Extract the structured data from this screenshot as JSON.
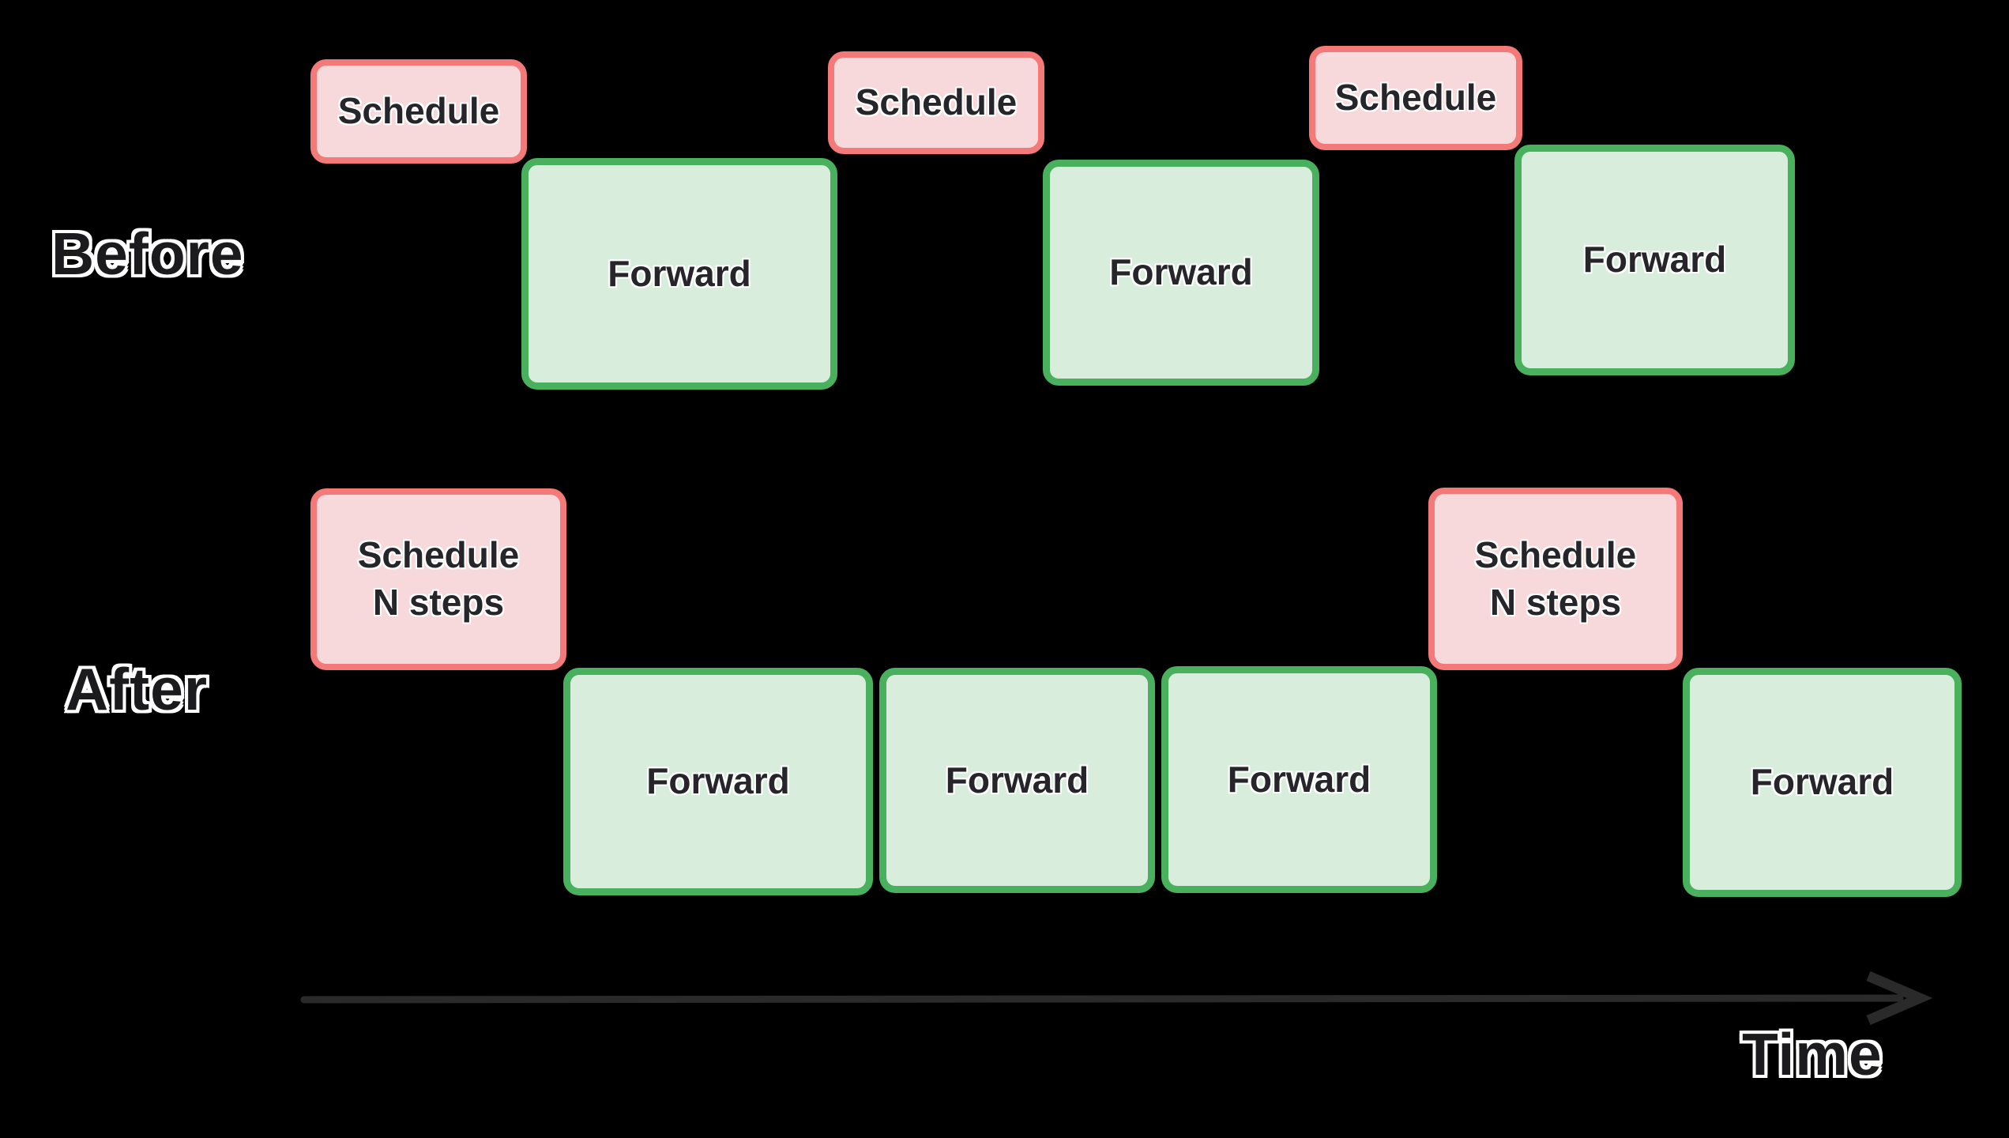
{
  "colors": {
    "background": "#000000",
    "schedule_fill": "#f7d9db",
    "schedule_border": "#f37a78",
    "forward_fill": "#d9eddd",
    "forward_border": "#49b15d",
    "block_text": "#26262a",
    "label_text": "#1b1b1e",
    "label_outline": "#ffffff",
    "arrow": "#2a2a2a"
  },
  "before": {
    "label": "Before",
    "schedules": [
      "Schedule",
      "Schedule",
      "Schedule"
    ],
    "forwards": [
      "Forward",
      "Forward",
      "Forward"
    ]
  },
  "after": {
    "label": "After",
    "schedules": [
      {
        "line1": "Schedule",
        "line2": "N steps"
      },
      {
        "line1": "Schedule",
        "line2": "N steps"
      }
    ],
    "forwards": [
      "Forward",
      "Forward",
      "Forward",
      "Forward"
    ]
  },
  "axis": {
    "label": "Time"
  }
}
